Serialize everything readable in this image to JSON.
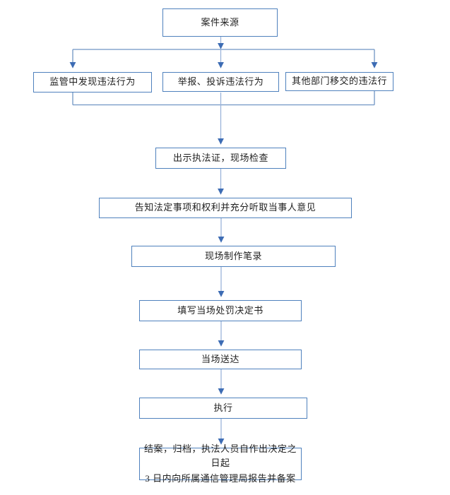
{
  "flowchart": {
    "colors": {
      "background": "#ffffff",
      "box_border": "#4f81bd",
      "line_medium": "#6f94c4",
      "line_light": "#9bb4da",
      "arrowhead": "#3d6cb4",
      "text": "#1f1f1f"
    },
    "nodes": {
      "source": {
        "label": "案件来源"
      },
      "supervision": {
        "label": "监管中发现违法行为"
      },
      "report": {
        "label": "举报、投诉违法行为"
      },
      "transfer": {
        "label": "其他部门移交的违法行"
      },
      "inspect": {
        "label": "出示执法证，现场检查"
      },
      "inform": {
        "label": "告知法定事项和权利并充分听取当事人意见"
      },
      "record": {
        "label": "现场制作笔录"
      },
      "decision": {
        "label": "填写当场处罚决定书"
      },
      "deliver": {
        "label": "当场送达"
      },
      "execute": {
        "label": "执行"
      },
      "close": {
        "line1": "结案，归档，执法人员自作出决定之日起",
        "line2": "3 日内向所属通信管理局报告并备案"
      }
    }
  }
}
